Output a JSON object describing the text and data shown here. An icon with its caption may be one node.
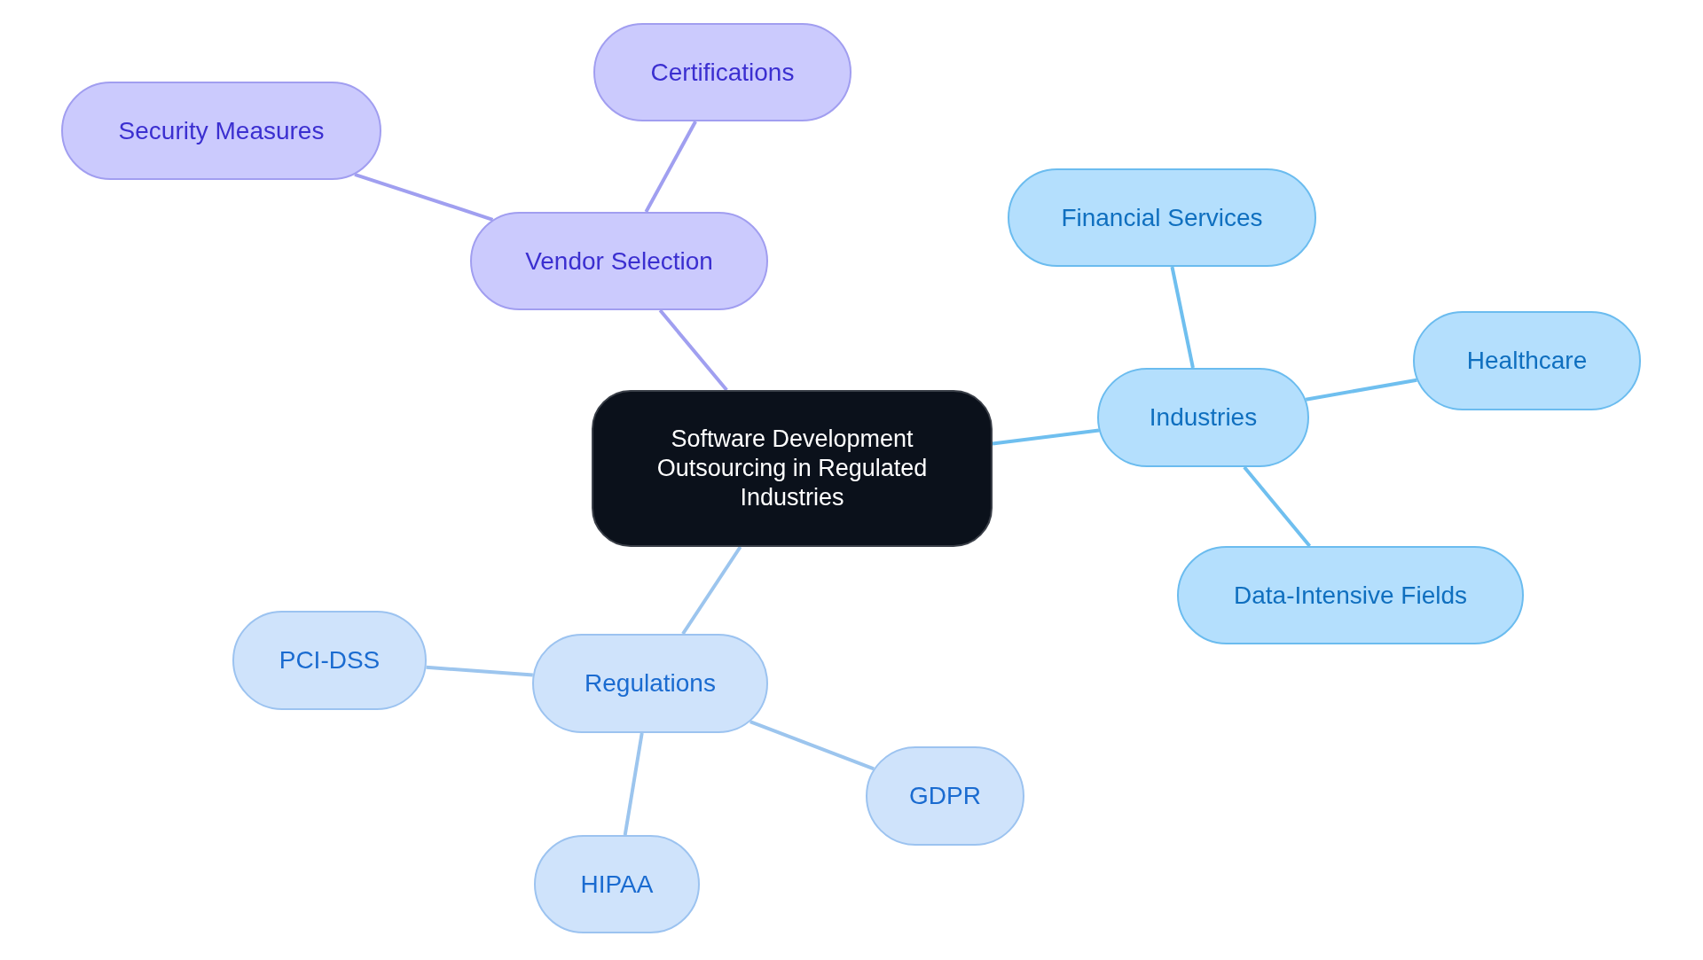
{
  "diagram": {
    "nodes": [
      {
        "text": [
          "Software Development Outsourcing in Regulated Industries"
        ]
      },
      {
        "text": [
          "Vendor Selection"
        ]
      },
      {
        "text": [
          "Certifications"
        ]
      },
      {
        "text": [
          "Security Measures"
        ]
      },
      {
        "text": [
          "Industries"
        ]
      },
      {
        "text": [
          "Financial Services"
        ]
      },
      {
        "text": [
          "Healthcare"
        ]
      },
      {
        "text": [
          "Data-Intensive Fields"
        ]
      },
      {
        "text": [
          "Regulations"
        ]
      },
      {
        "text": [
          "PCI-DSS"
        ]
      },
      {
        "text": [
          "GDPR"
        ]
      },
      {
        "text": [
          "HIPAA"
        ]
      }
    ],
    "edges": [
      {
        "from": 0,
        "to": 1,
        "arrow": "none",
        "color": "#a09ff0"
      },
      {
        "from": 1,
        "to": 2,
        "arrow": "none",
        "color": "#a09ff0"
      },
      {
        "from": 1,
        "to": 3,
        "arrow": "none",
        "color": "#a09ff0"
      },
      {
        "from": 0,
        "to": 4,
        "arrow": "none",
        "color": "#6fbfef"
      },
      {
        "from": 4,
        "to": 5,
        "arrow": "none",
        "color": "#6fbfef"
      },
      {
        "from": 4,
        "to": 6,
        "arrow": "none",
        "color": "#6fbfef"
      },
      {
        "from": 4,
        "to": 7,
        "arrow": "none",
        "color": "#6fbfef"
      },
      {
        "from": 0,
        "to": 8,
        "arrow": "none",
        "color": "#9cc5ee"
      },
      {
        "from": 8,
        "to": 9,
        "arrow": "none",
        "color": "#9cc5ee"
      },
      {
        "from": 8,
        "to": 10,
        "arrow": "none",
        "color": "#9cc5ee"
      },
      {
        "from": 8,
        "to": 11,
        "arrow": "none",
        "color": "#9cc5ee"
      }
    ]
  }
}
